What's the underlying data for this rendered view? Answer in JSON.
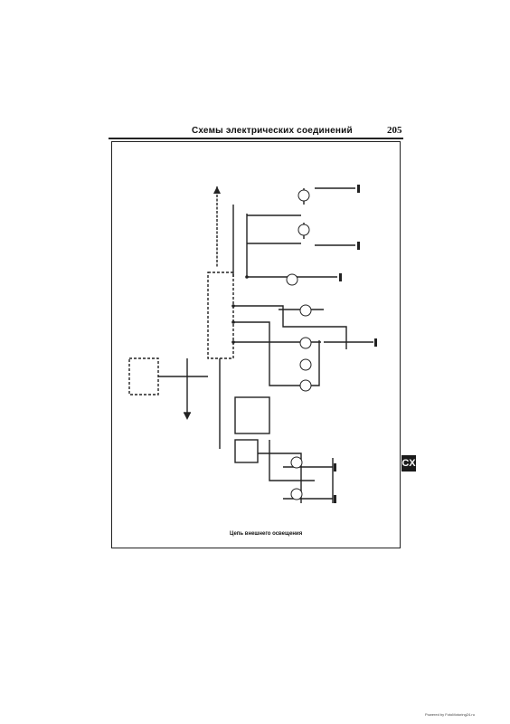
{
  "header": {
    "title": "Схемы электрических соединений",
    "page_number": "205"
  },
  "diagram": {
    "caption": "Цепь внешнего освещения"
  },
  "section_tab": {
    "label": "CX"
  },
  "footer": {
    "note": "Powered by FotoMotoring24.ru"
  }
}
